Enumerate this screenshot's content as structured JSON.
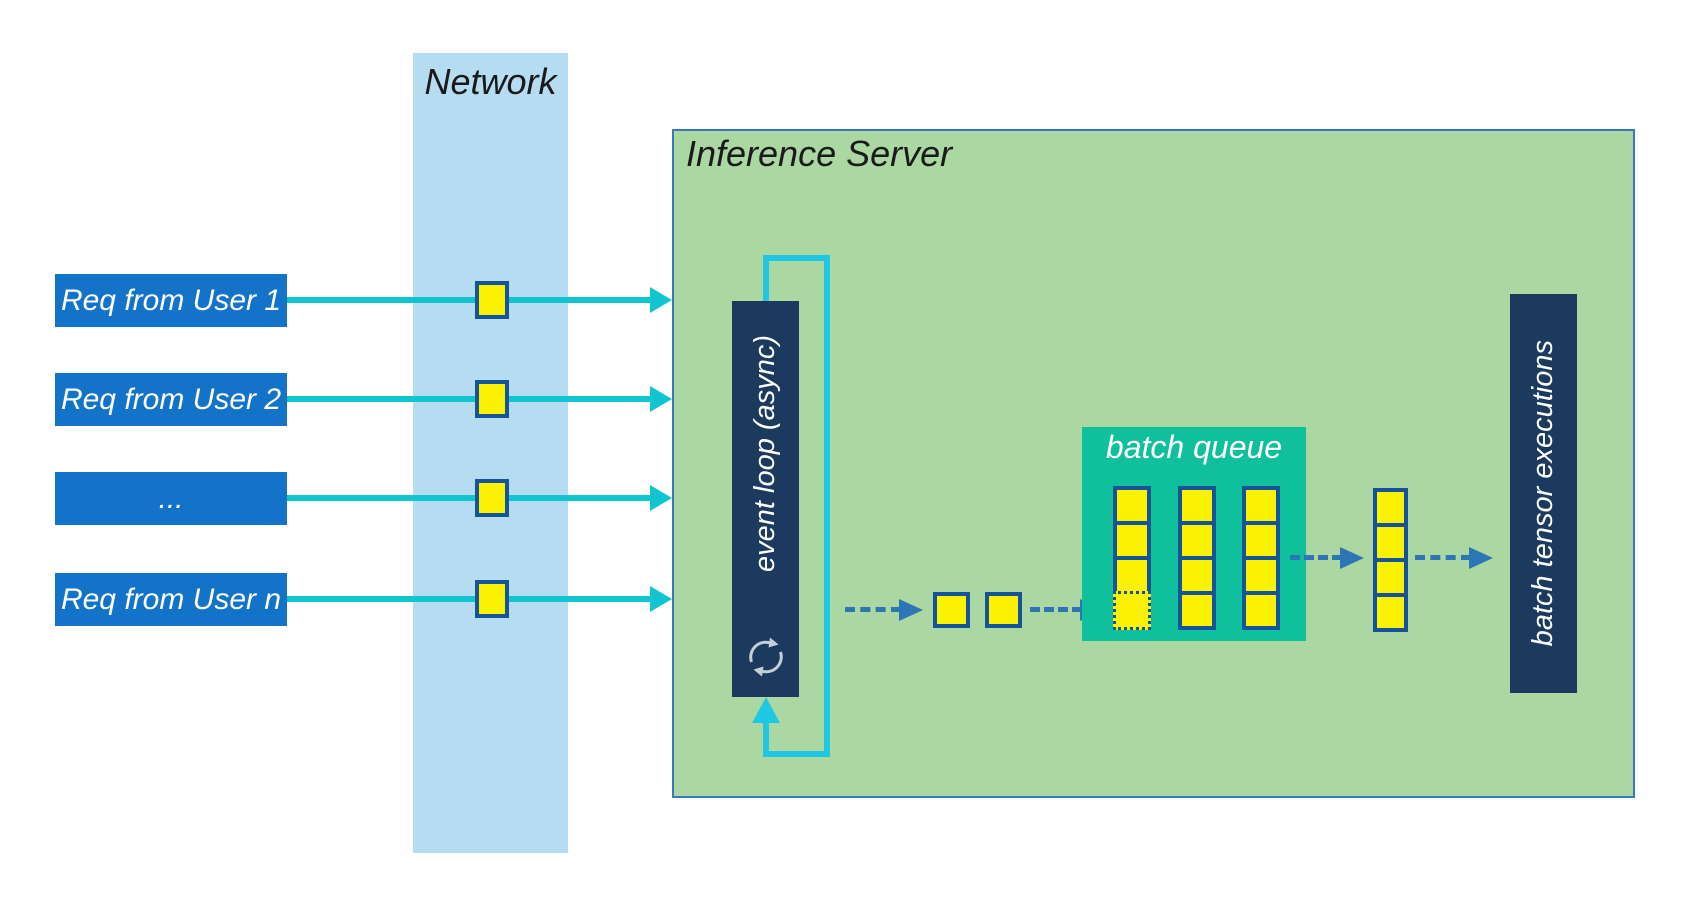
{
  "network": {
    "label": "Network"
  },
  "requests": [
    {
      "label": "Req from User 1"
    },
    {
      "label": "Req from User 2"
    },
    {
      "label": "..."
    },
    {
      "label": "Req from User n"
    }
  ],
  "server": {
    "label": "Inference Server",
    "event_loop": {
      "label": "event loop (async)",
      "icon": "sync-icon"
    },
    "flow": {
      "pending_packets": 2
    },
    "batch_queue": {
      "label": "batch queue",
      "columns": [
        {
          "cells": 4,
          "last_cell": "dotted-placeholder"
        },
        {
          "cells": 4
        },
        {
          "cells": 4
        }
      ]
    },
    "ready_batch": {
      "cells": 4
    },
    "executor": {
      "label": "batch tensor executions"
    }
  },
  "colors": {
    "request_box_blue": "#1273C9",
    "network_band_blue": "#B5DCF0",
    "request_line_cyan": "#10C4D0",
    "loop_cyan": "#20C7E2",
    "server_green": "#ABD7A2",
    "server_border_blue": "#3778C2",
    "navy_box": "#1B3A5E",
    "packet_yellow": "#FAF202",
    "packet_border_blue": "#15549B",
    "batch_queue_teal": "#10BF9C",
    "dashed_arrow_blue": "#2E75B6"
  }
}
